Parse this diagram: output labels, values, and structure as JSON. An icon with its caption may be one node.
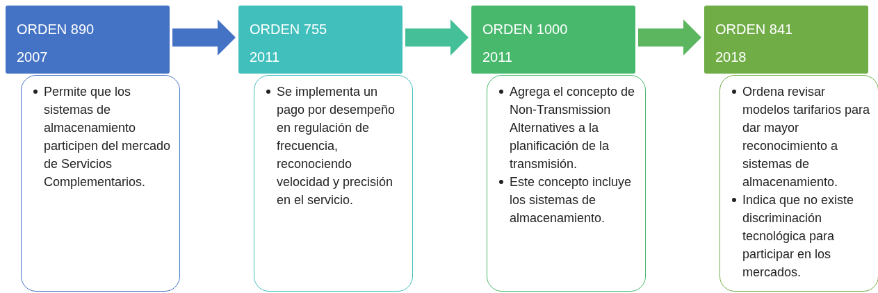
{
  "diagram": {
    "nodes": [
      {
        "text": [
          "ORDEN 890",
          "2007"
        ]
      },
      {
        "text": [
          "Permite que los sistemas de almacenamiento participen del mercado de Servicios Complementarios."
        ]
      },
      {
        "text": [
          "ORDEN 755",
          "2011"
        ]
      },
      {
        "text": [
          "Se implementa un pago por desempeño en regulación de frecuencia, reconociendo velocidad y precisión en el servicio."
        ]
      },
      {
        "text": [
          "ORDEN 1000",
          "2011"
        ]
      },
      {
        "text": [
          "Agrega el concepto de Non-Transmission Alternatives a la planificación de la transmisión.",
          "Este concepto incluye los sistemas de almacenamiento."
        ]
      },
      {
        "text": [
          "ORDEN 841",
          "2018"
        ]
      },
      {
        "text": [
          "Ordena revisar modelos tarifarios para dar mayor reconocimiento a sistemas de almacenamiento.",
          "Indica que no existe discriminación tecnológica para participar en los mercados."
        ]
      }
    ],
    "edges": [
      {
        "from": 0,
        "to": 2,
        "arrow": "to",
        "color": "#4472c4"
      },
      {
        "from": 2,
        "to": 4,
        "arrow": "to",
        "color": "#45bf97"
      },
      {
        "from": 4,
        "to": 6,
        "arrow": "to",
        "color": "#5cb660"
      }
    ]
  }
}
